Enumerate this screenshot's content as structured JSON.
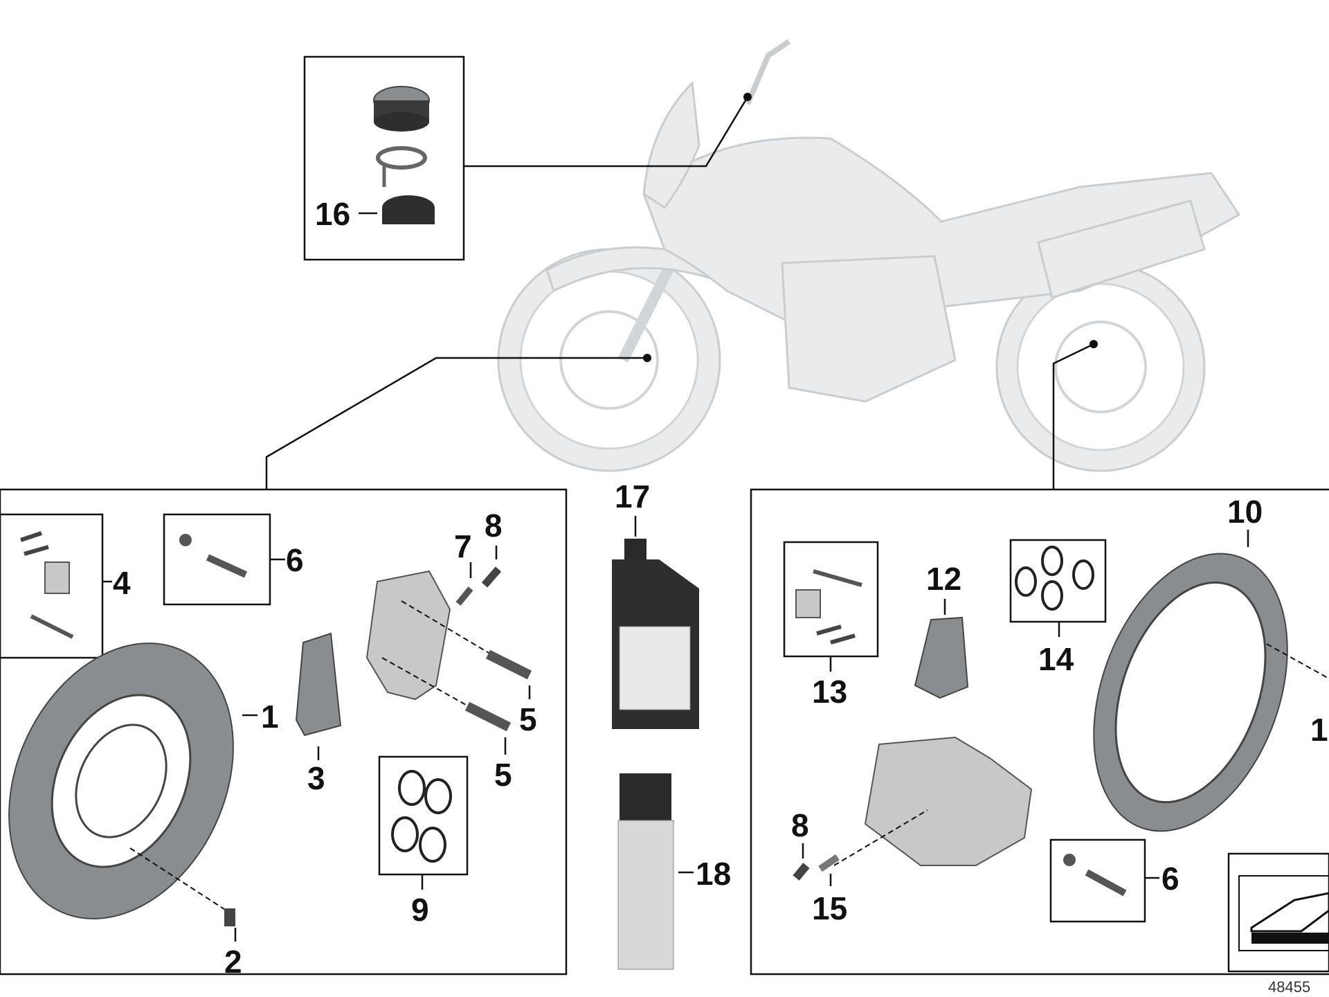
{
  "labels": {
    "p1": "1",
    "p2": "2",
    "p3": "3",
    "p4": "4",
    "p5a": "5",
    "p5b": "5",
    "p6a": "6",
    "p6b": "6",
    "p7": "7",
    "p8a": "8",
    "p8b": "8",
    "p9": "9",
    "p10": "10",
    "p12": "12",
    "p13": "13",
    "p14": "14",
    "p15": "15",
    "p16": "16",
    "p17": "17",
    "p18": "18",
    "p11_partial": "1"
  },
  "reference_number": "48455",
  "colors": {
    "line": "#111111",
    "motorcycle": "#e9ebec",
    "part": "#8a8d90"
  }
}
